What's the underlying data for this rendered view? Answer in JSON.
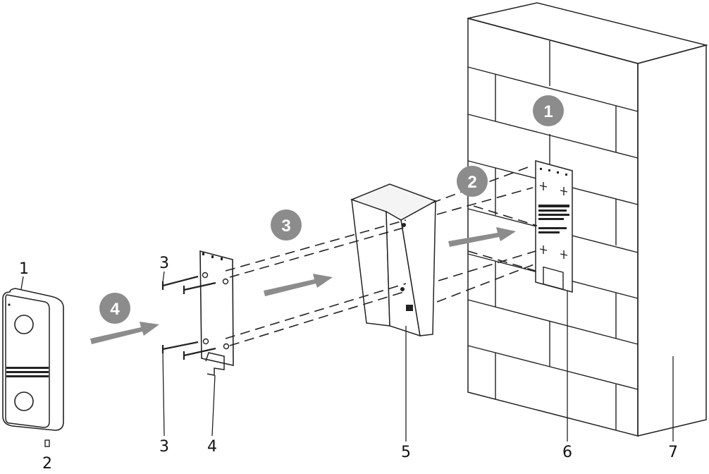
{
  "part_labels": {
    "device_top": "1",
    "screw_small": "2",
    "screws_top": "3",
    "screws_bottom": "3",
    "mount_plate": "4",
    "rain_hood": "5",
    "template_sticker": "6",
    "wall": "7"
  },
  "steps": {
    "step1": "1",
    "step2": "2",
    "step3": "3",
    "step4": "4"
  },
  "colors": {
    "step_badge": "#8c8c8c",
    "arrow": "#8c8c8c",
    "line": "#222222"
  },
  "icons": {
    "arrow": "right-arrow-icon",
    "badge": "circle-badge-icon"
  }
}
